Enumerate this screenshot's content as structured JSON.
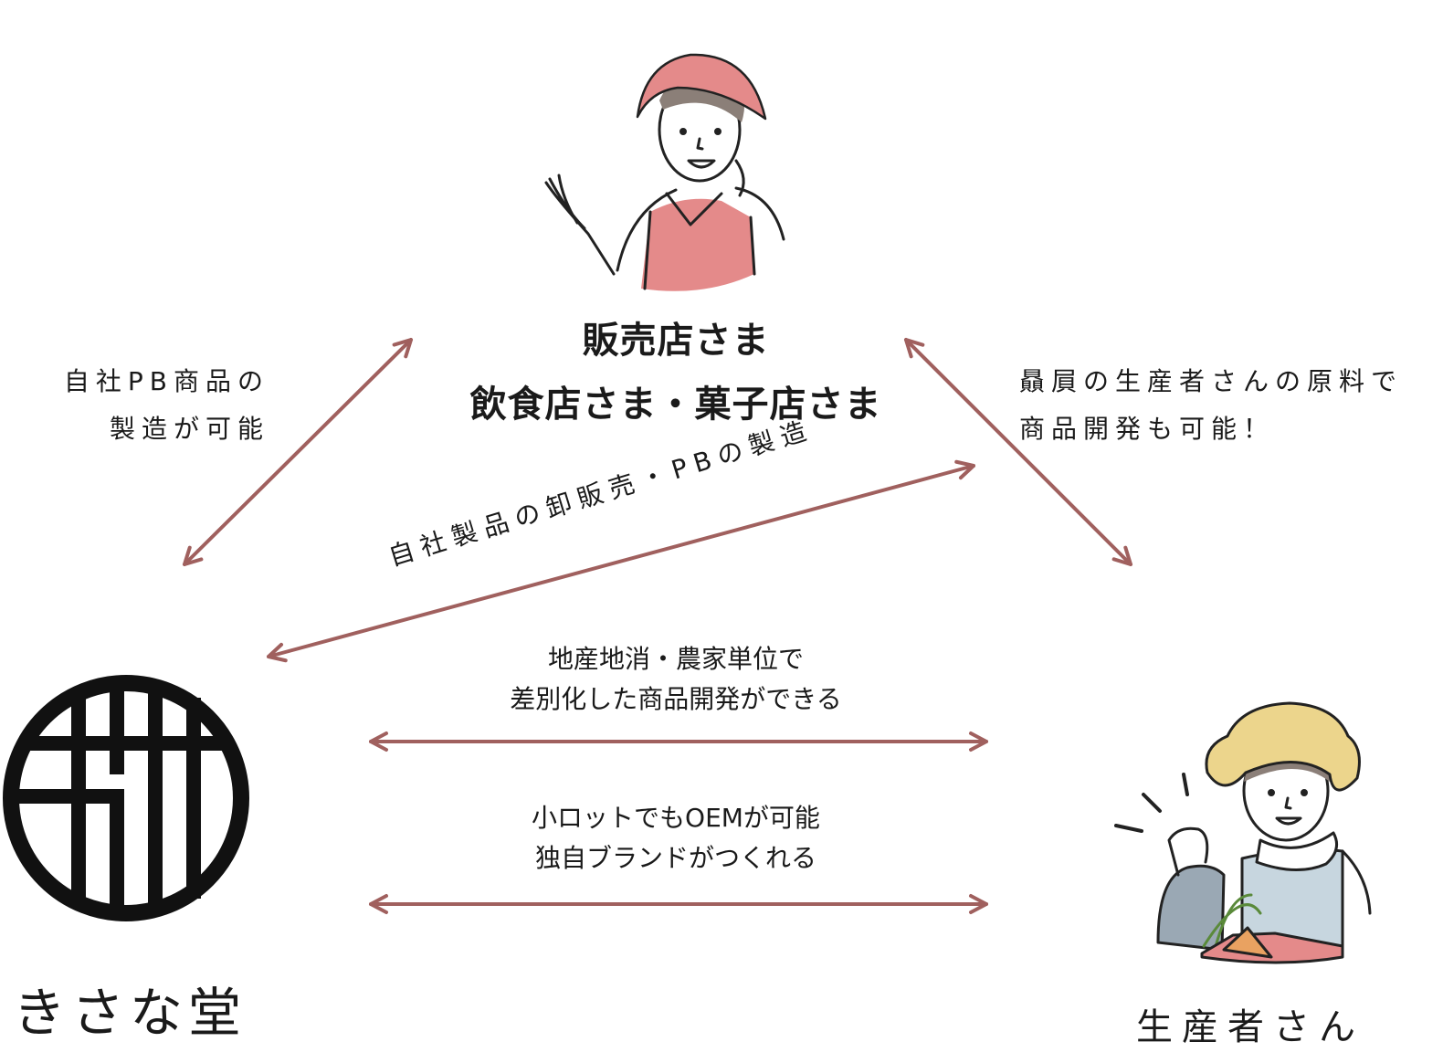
{
  "colors": {
    "arrow": "#a0605e",
    "apron": "#e48a8a",
    "hat": "#ecd58c",
    "logo": "#111111",
    "text": "#1a1a1a"
  },
  "retailer": {
    "title_lines": [
      "販売店さま",
      "飲食店さま・菓子店さま"
    ],
    "icon": "shopkeeper-illustration"
  },
  "notes": {
    "left_lines": [
      "自社PB商品の",
      "製造が可能"
    ],
    "right_lines": [
      "贔屓の生産者さんの原料で",
      "商品開発も可能！"
    ],
    "diagonal": "自社製品の卸販売・PBの製造"
  },
  "benefits": [
    {
      "lines": [
        "地産地消・農家単位で",
        "差別化した商品開発ができる"
      ]
    },
    {
      "lines": [
        "小ロットでもOEMが可能",
        "独自ブランドがつくれる"
      ]
    }
  ],
  "brand": {
    "name": "きさな堂",
    "icon": "kisanado-logo"
  },
  "producer": {
    "name": "生産者さん",
    "icon": "farmer-illustration"
  }
}
